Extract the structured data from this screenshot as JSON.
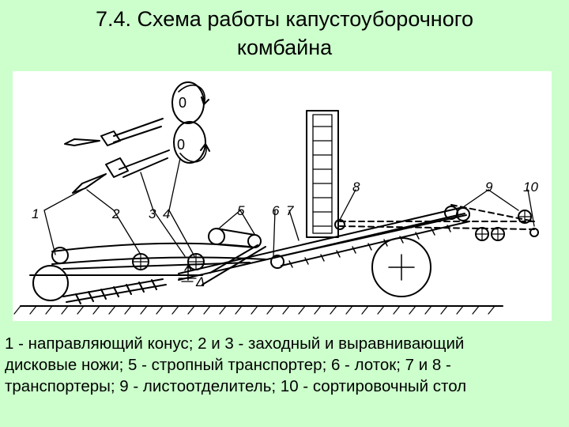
{
  "title": {
    "line1": "7.4. Схема работы капустоуборочного",
    "line2": "комбайна"
  },
  "figure": {
    "callouts": [
      "1",
      "2",
      "3",
      "4",
      "5",
      "6",
      "7",
      "8",
      "9",
      "10"
    ],
    "rotation_marks": [
      "0",
      "0"
    ],
    "gap_mark": "Δ"
  },
  "caption": {
    "line1": "1 - направляющий конус; 2 и 3 - заходный и выравнивающий",
    "line2": "дисковые ножи; 5 - стропный транспортер; 6 - лоток; 7 и 8 -",
    "line3": "транспортеры; 9 - листоотделитель; 10 - сортировочный стол"
  }
}
